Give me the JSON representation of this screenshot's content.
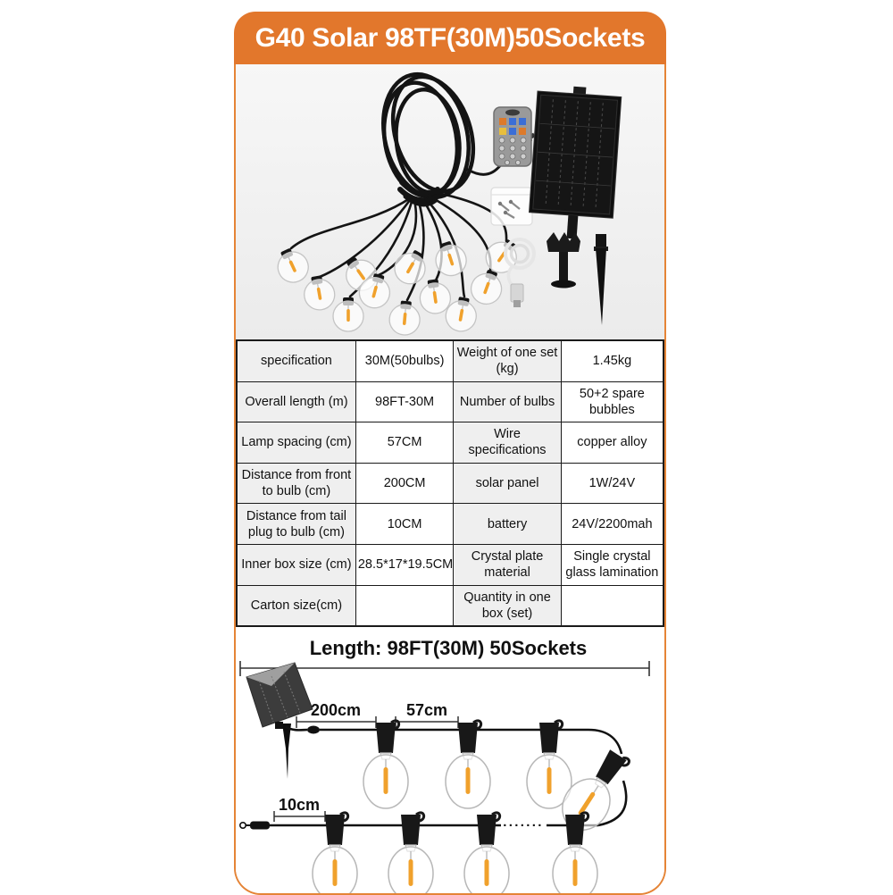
{
  "title": "G40 Solar 98TF(30M)50Sockets",
  "colors": {
    "accent_orange": "#E2772C",
    "table_border": "#1A1A1A",
    "label_cell_bg": "#EFEFEF",
    "filament_orange": "#F0A12C"
  },
  "photo": {
    "items": [
      "string-lights-bundle",
      "hanging-bulbs",
      "power-plug",
      "remote-control",
      "screw-bag",
      "usb-cable",
      "solar-panel",
      "mounting-bracket",
      "ground-stake"
    ]
  },
  "table": {
    "rows": [
      {
        "c1": "specification",
        "c2": "30M(50bulbs)",
        "c3": "Weight of one set (kg)",
        "c4": "1.45kg"
      },
      {
        "c1": "Overall length (m)",
        "c2": "98FT-30M",
        "c3": "Number of bulbs",
        "c4": "50+2 spare bubbles"
      },
      {
        "c1": "Lamp spacing (cm)",
        "c2": "57CM",
        "c3": "Wire specifications",
        "c4": "copper alloy"
      },
      {
        "c1": "Distance from front to bulb (cm)",
        "c2": "200CM",
        "c3": "solar panel",
        "c4": "1W/24V"
      },
      {
        "c1": "Distance from tail plug to bulb (cm)",
        "c2": "10CM",
        "c3": "battery",
        "c4": "24V/2200mah"
      },
      {
        "c1": "Inner box size (cm)",
        "c2": "28.5*17*19.5CM",
        "c3": "Crystal plate material",
        "c4": "Single crystal glass lamination"
      },
      {
        "c1": "Carton size(cm)",
        "c2": "",
        "c3": "Quantity in one box (set)",
        "c4": ""
      }
    ]
  },
  "diagram": {
    "title": "Length: 98FT(30M) 50Sockets",
    "front_distance": "200cm",
    "spacing": "57cm",
    "tail_distance": "10cm",
    "ellipsis": "·······"
  }
}
